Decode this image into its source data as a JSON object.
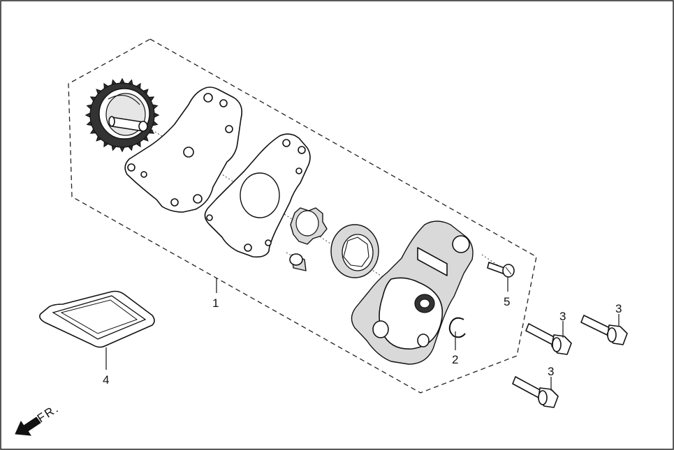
{
  "callouts": {
    "c1": "1",
    "c2": "2",
    "c3a": "3",
    "c3b": "3",
    "c3c": "3",
    "c4": "4",
    "c5": "5"
  },
  "direction": {
    "label": "FR.",
    "icon": "front-direction-arrow-icon"
  }
}
